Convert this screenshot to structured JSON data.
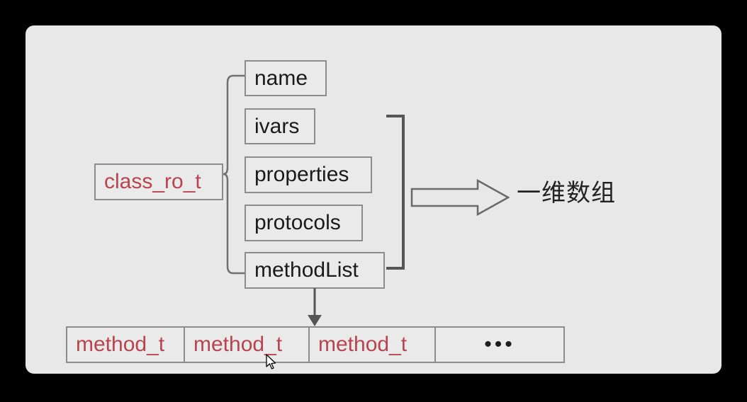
{
  "canvas": {
    "background_color": "#000000",
    "panel_color": "#e8e8e8"
  },
  "colors": {
    "accent_red": "#b9444f",
    "box_border": "#8c8c8c",
    "box_fill": "#eaeaea",
    "text_dark": "#1a1a1a"
  },
  "diagram": {
    "root": {
      "label": "class_ro_t"
    },
    "fields": [
      {
        "label": "name"
      },
      {
        "label": "ivars"
      },
      {
        "label": "properties"
      },
      {
        "label": "protocols"
      },
      {
        "label": "methodList"
      }
    ],
    "grouped_fields": [
      "ivars",
      "properties",
      "protocols",
      "methodList"
    ],
    "annotation": {
      "label": "一维数组"
    },
    "method_table": {
      "cells": [
        {
          "label": "method_t"
        },
        {
          "label": "method_t"
        },
        {
          "label": "method_t"
        },
        {
          "label": "•••"
        }
      ]
    }
  },
  "icons": {
    "left_brace": "left-brace-connector",
    "right_bracket": "right-bracket-connector",
    "block_arrow": "block-arrow-right-icon",
    "down_arrow": "arrow-down-icon",
    "cursor": "mouse-pointer-icon"
  }
}
